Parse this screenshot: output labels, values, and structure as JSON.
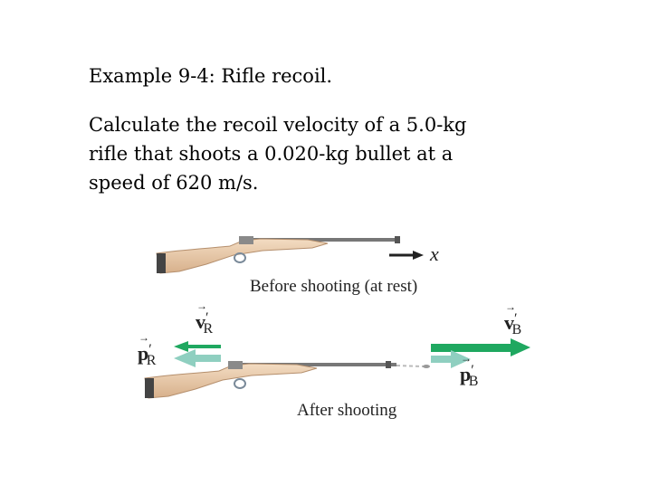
{
  "slide": {
    "title": "Example 9-4: Rifle recoil.",
    "problem_lines": [
      "Calculate the recoil velocity of a 5.0-kg",
      "rifle that shoots a 0.020-kg bullet at a",
      "speed of 620 m/s."
    ]
  },
  "figure": {
    "caption_before": "Before shooting (at rest)",
    "caption_after": "After shooting",
    "axis_label": "x",
    "labels": {
      "v_rifle": {
        "symbol": "v",
        "prime": "′",
        "sub": "R"
      },
      "p_rifle": {
        "symbol": "p",
        "prime": "′",
        "sub": "R"
      },
      "v_bullet": {
        "symbol": "v",
        "prime": "′",
        "sub": "B"
      },
      "p_bullet": {
        "symbol": "p",
        "prime": "′",
        "sub": "B"
      }
    },
    "colors": {
      "velocity_arrow": "#1fa860",
      "momentum_arrow": "#8fcfc0",
      "rifle_stock": "#e8c7a4",
      "rifle_metal": "#6d6d6d"
    }
  }
}
